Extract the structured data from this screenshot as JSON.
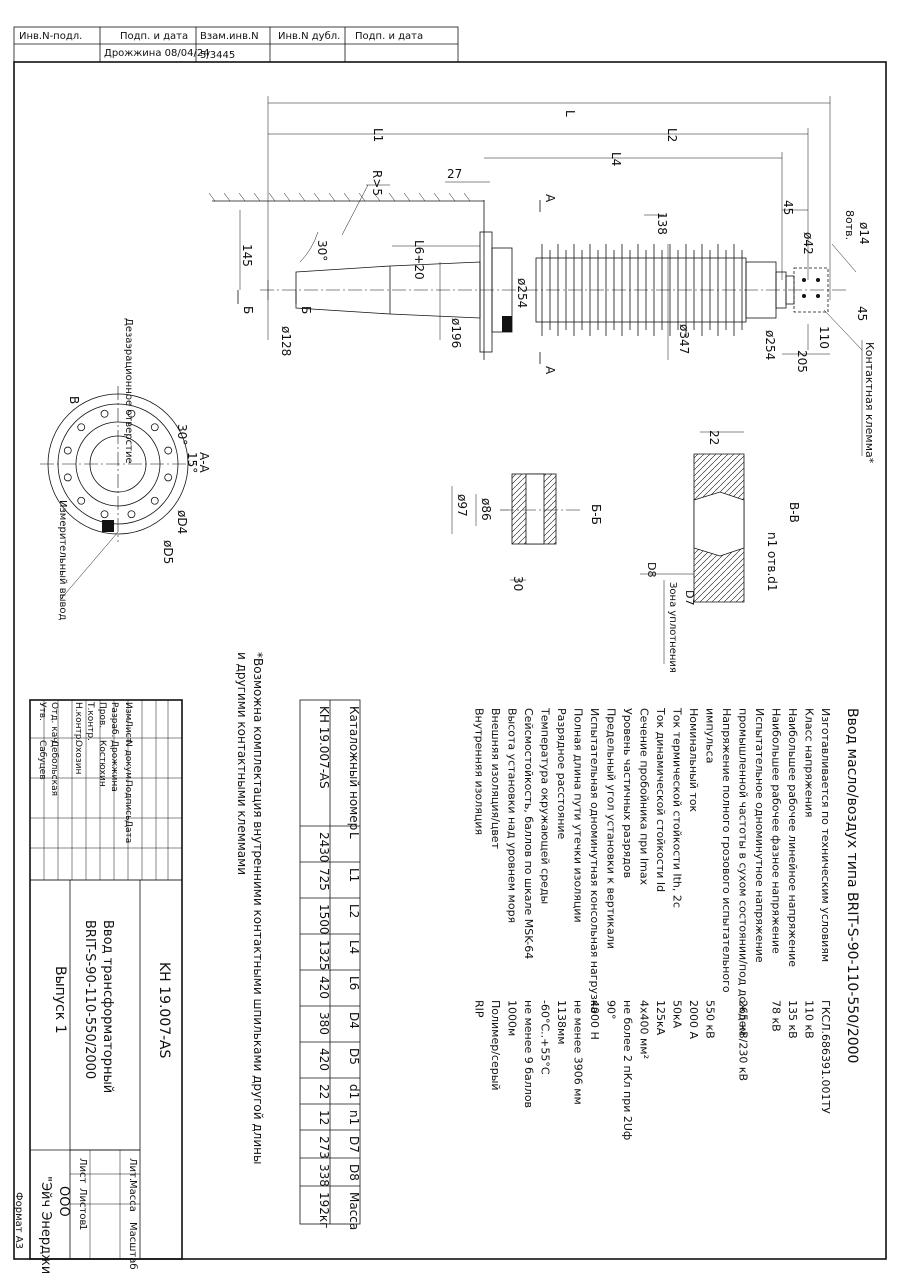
{
  "stamp": {
    "headers": [
      "Инв.N-подл.",
      "Подп. и дата",
      "Взам.инв.N",
      "Инв.N дубл.",
      "Подп. и дата"
    ],
    "signer": "Дрожжина 08/04/24",
    "ref": "5/3445"
  },
  "dims": {
    "L": "L",
    "L1": "L1",
    "L2": "L2",
    "L4": "L4",
    "L6": "L6+20",
    "R": "R>5",
    "d27": "27",
    "A": "A",
    "B": "Б",
    "d145": "145",
    "ang30": "30°",
    "d128": "ø128",
    "d196": "ø196",
    "d254a": "ø254",
    "d138": "138",
    "d347": "ø347",
    "d254b": "ø254",
    "d45a": "45",
    "d8": "8отв.",
    "d14": "ø14",
    "d42": "ø42",
    "d45b": "45",
    "d110": "110",
    "d205": "205",
    "terminal": "Контактная клемма*"
  },
  "views": {
    "aa": {
      "title": "А-А",
      "vent": "Дезаэрационное отверстие",
      "v": "В",
      "ang30": "30°",
      "ang15": "15°",
      "d4": "øD4",
      "d5": "øD5",
      "tap": "Измерительный вывод"
    },
    "bb": {
      "title": "Б-Б",
      "d97": "ø97",
      "d86": "ø86",
      "d30": "30"
    },
    "vv": {
      "title": "В-В",
      "d22": "22",
      "holes": "n1 отв.d1",
      "d8": "D8",
      "d7": "D7",
      "seal": "Зона уплотнения"
    }
  },
  "spec": {
    "title": "Ввод масло/воздух типа BRIT-S-90-110-550/2000",
    "rows": [
      {
        "label": "Изготавливается по техническим условиям",
        "value": "ГКСЛ.686391.001ТУ"
      },
      {
        "label": "Класс напряжения",
        "value": "110 кВ"
      },
      {
        "label": "Наибольшее рабочее линейное напряжение",
        "value": "135 кВ"
      },
      {
        "label": "Наибольшее рабочее фазное напряжение",
        "value": "78 кВ"
      },
      {
        "label": "Испытательное одноминутное напряжение",
        "value": ""
      },
      {
        "label": "промышленной частоты в сухом состоянии/под дождем",
        "value": "265 кВ/230 кВ"
      },
      {
        "label": "Напряжение полного грозового испытательного",
        "value": ""
      },
      {
        "label": "импульса",
        "value": "550 кВ"
      },
      {
        "label": "Номинальный ток",
        "value": "2000 А"
      },
      {
        "label": "Ток термической стойкости Ith, 2с",
        "value": "50кА"
      },
      {
        "label": "Ток динамической стойкости Id",
        "value": "125кА"
      },
      {
        "label": "Сечение пробойника при Imax",
        "value": "4х400 мм²"
      },
      {
        "label": "Уровень частичных разрядов",
        "value": "не более 2 пКл при 2Uф"
      },
      {
        "label": "Предельный угол установки к вертикали",
        "value": "90°"
      },
      {
        "label": "Испытательная одноминутная консольная нагрузка",
        "value": "4000 Н"
      },
      {
        "label": "Полная длина пути утечки изоляции",
        "value": "не менее 3906 мм"
      },
      {
        "label": "Разрядное расстояние",
        "value": "1138мм"
      },
      {
        "label": "Температура окружающей среды",
        "value": "-60°С..+55°С"
      },
      {
        "label": "Сейсмостойкость, баллов по шкале MSK-64",
        "value": "не менее 9 баллов"
      },
      {
        "label": "Высота установки над уровнем моря",
        "value": "1000м"
      },
      {
        "label": "Внешняя изоляция/цвет",
        "value": "Полимер/серый"
      },
      {
        "label": "Внутренняя изоляция",
        "value": "RIP"
      }
    ]
  },
  "note": {
    "line1": "*Возможна комплектация внутренними контактными шпильками другой длины",
    "line2": "и другими контактными клеммами"
  },
  "table": {
    "headers": [
      "Каталожный номер",
      "L",
      "L1",
      "L2",
      "L4",
      "L6",
      "D4",
      "D5",
      "d1",
      "n1",
      "D7",
      "D8",
      "Масса"
    ],
    "row": [
      "KH 19.007-AS",
      "2430",
      "725",
      "1500",
      "1325",
      "420",
      "380",
      "420",
      "22",
      "12",
      "273",
      "338",
      "192кг"
    ]
  },
  "titleblock": {
    "docnum": "KH 19.007-AS",
    "name1": "Ввод трансформаторный",
    "name2": "BRIT-S-90-110-550/2000",
    "issue": "Выпуск 1",
    "org1": "ООО",
    "org2": "\"Эйч Энерджи\"",
    "lit": "Лит.",
    "mass": "Масса",
    "scale": "Масштаб",
    "sheet": "Лист",
    "sheets": "Листов",
    "sheets_n": "1",
    "rev_headers": [
      "Изм.",
      "Лист",
      "N докум.",
      "Подпись",
      "Дата"
    ],
    "roles": [
      {
        "role": "Разраб.",
        "name": "Дрожжина"
      },
      {
        "role": "Пров.",
        "name": "Костюхин"
      },
      {
        "role": "Т.контр.",
        "name": ""
      },
      {
        "role": "Н.контр.",
        "name": "Охозин"
      },
      {
        "role": "",
        "name": ""
      },
      {
        "role": "Отд. кач.",
        "name": "Дебольская"
      },
      {
        "role": "Утв.",
        "name": "Сабуцев"
      }
    ]
  },
  "format": "Формат А3"
}
